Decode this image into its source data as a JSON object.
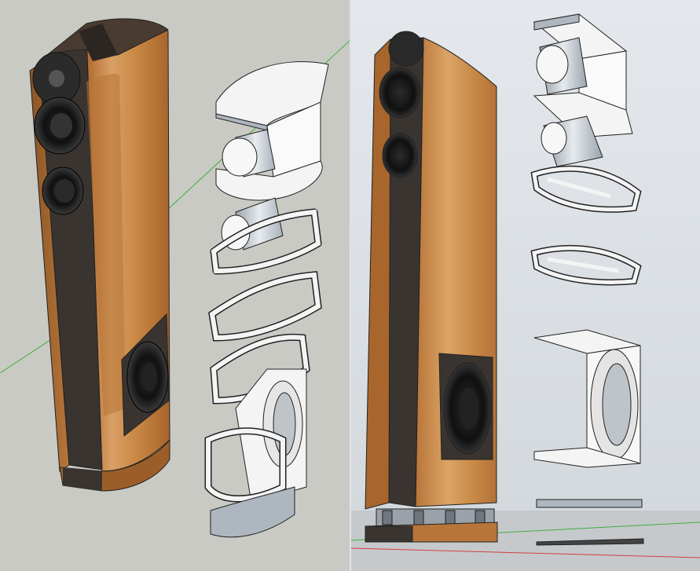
{
  "scene": {
    "description_tags": [
      "tower-speaker",
      "exploded-view",
      "3d-model-viewport"
    ],
    "colors": {
      "left_background": "#c9cac4",
      "right_background_top": "#dfe3e7",
      "right_background_bottom": "#cfd4d9",
      "ground": "#c2c6c8",
      "wood_light": "#d89a5a",
      "wood_mid": "#c17a3a",
      "wood_dark": "#8a5526",
      "baffle": "#3a3430",
      "driver": "#1e1e1e",
      "part_white": "#f4f4f4",
      "part_shadow": "#aeb6bf",
      "axis_green": "#3fae3f",
      "axis_red": "#d43f3f"
    }
  }
}
